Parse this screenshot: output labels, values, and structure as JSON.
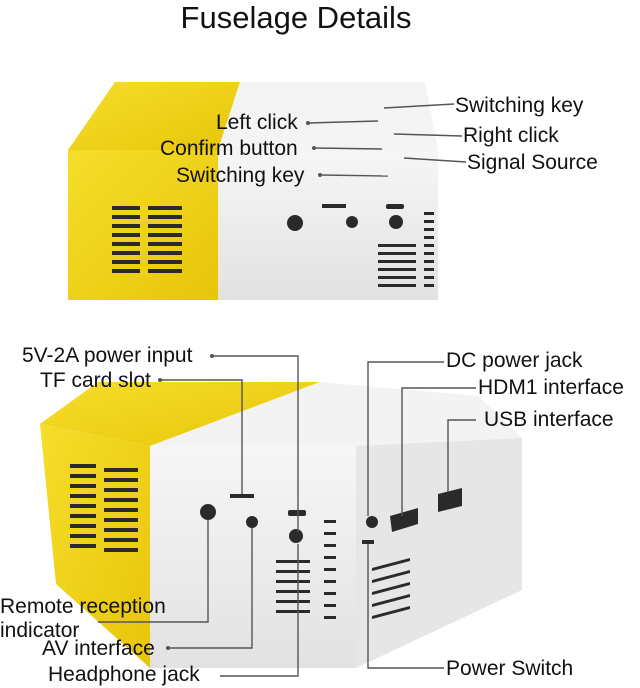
{
  "title": "Fuselage Details",
  "top_view": {
    "labels": {
      "switching_key_right": "Switching key",
      "right_click": "Right click",
      "signal_source": "Signal Source",
      "left_click": "Left click",
      "confirm_button": "Confirm button",
      "switching_key_left": "Switching key"
    }
  },
  "side_view": {
    "labels": {
      "power_input": "5V-2A power input",
      "tf_card_slot": "TF card slot",
      "remote_reception": "Remote reception",
      "remote_reception_line2": "indicator",
      "av_interface": "AV interface",
      "headphone_jack": "Headphone jack",
      "dc_power_jack": "DC power jack",
      "hdmi_interface": "HDM1 interface",
      "usb_interface": "USB interface",
      "power_switch": "Power Switch"
    }
  },
  "colors": {
    "yellow": "#f2d51a",
    "white_body": "#ececec",
    "dark_port": "#2a2a2a",
    "leader": "#555555"
  }
}
